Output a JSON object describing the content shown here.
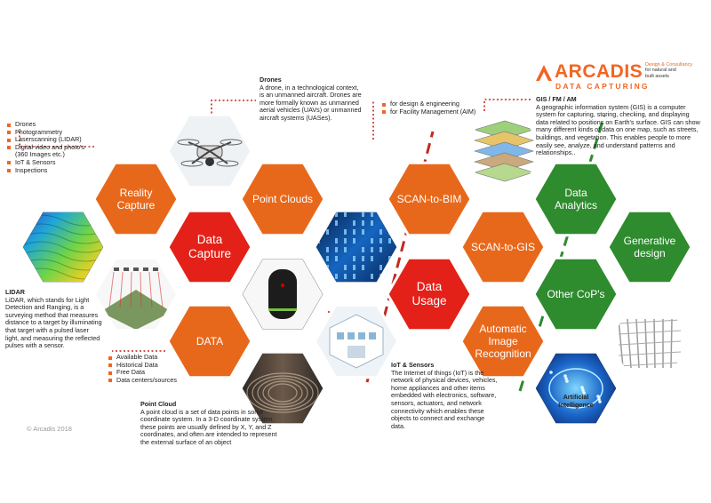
{
  "colors": {
    "orange": "#e8681b",
    "red": "#e32119",
    "green": "#2e8b2e",
    "dashed_line": "#c22a1e",
    "bullet": "#f26522"
  },
  "brand": {
    "name": "ARCADIS",
    "subtitle": "DATA CAPTURING",
    "tagline_lines": [
      "Design & Consultancy",
      "for natural and",
      "built assets"
    ]
  },
  "hexes": {
    "reality_capture": "Reality\nCapture",
    "point_clouds": "Point Clouds",
    "data_capture": "Data\nCapture",
    "data": "DATA",
    "scan_to_bim": "SCAN-to-BIM",
    "scan_to_gis": "SCAN-to-GIS",
    "data_usage": "Data\nUsage",
    "automatic_image_recognition": "Automatic\nImage\nRecognition",
    "data_analytics": "Data\nAnalytics",
    "generative_design": "Generative\ndesign",
    "other_cops": "Other CoP's"
  },
  "reality_capture_list": [
    "Drones",
    "Photogrammetry",
    "Laserscanning (LIDAR)",
    "Digital video and photo's (360 Images etc.)",
    "IoT & Sensors",
    "Inspections"
  ],
  "drones": {
    "title": "Drones",
    "text": "A drone, in a technological context, is an unmanned aircraft. Drones are more formally known as unmanned aerial vehicles (UAVs) or unmanned aircraft systems (UASes)."
  },
  "bim_list": [
    "for design & engineering",
    "for Facility Management (AIM)"
  ],
  "gis": {
    "title": "GIS / FM / AM",
    "text": "A geographic information system (GIS) is a computer system for capturing, storing, checking, and displaying data related to positions on Earth's surface. GIS can show many different kinds of data on one map, such as streets, buildings, and vegetation. This enables people to more easily see, analyze, and understand patterns and relationships.."
  },
  "lidar": {
    "title": "LIDAR",
    "text": "LiDAR, which stands for Light Detection and Ranging, is a surveying method that measures distance to a target by illuminating that target with a pulsed laser light, and measuring the reflected pulses with a sensor."
  },
  "data_list": [
    "Available Data",
    "Historical Data",
    "Free Data",
    "Data centers/sources"
  ],
  "point_cloud": {
    "title": "Point Cloud",
    "text": "A point cloud is a set of data points in some coordinate system. In a 3-D coordinate system, these points are usually defined by X, Y, and Z coordinates, and often are intended to represent the external surface of an object"
  },
  "iot": {
    "title": "IoT & Sensors",
    "text": "The Internet of things (IoT) is the network of physical devices, vehicles, home appliances and other items embedded with electronics, software, sensors, actuators, and network connectivity which enables these objects to connect and exchange data."
  },
  "ai_label": "Artificial\nIntelligence",
  "copyright": "© Arcadis 2018"
}
